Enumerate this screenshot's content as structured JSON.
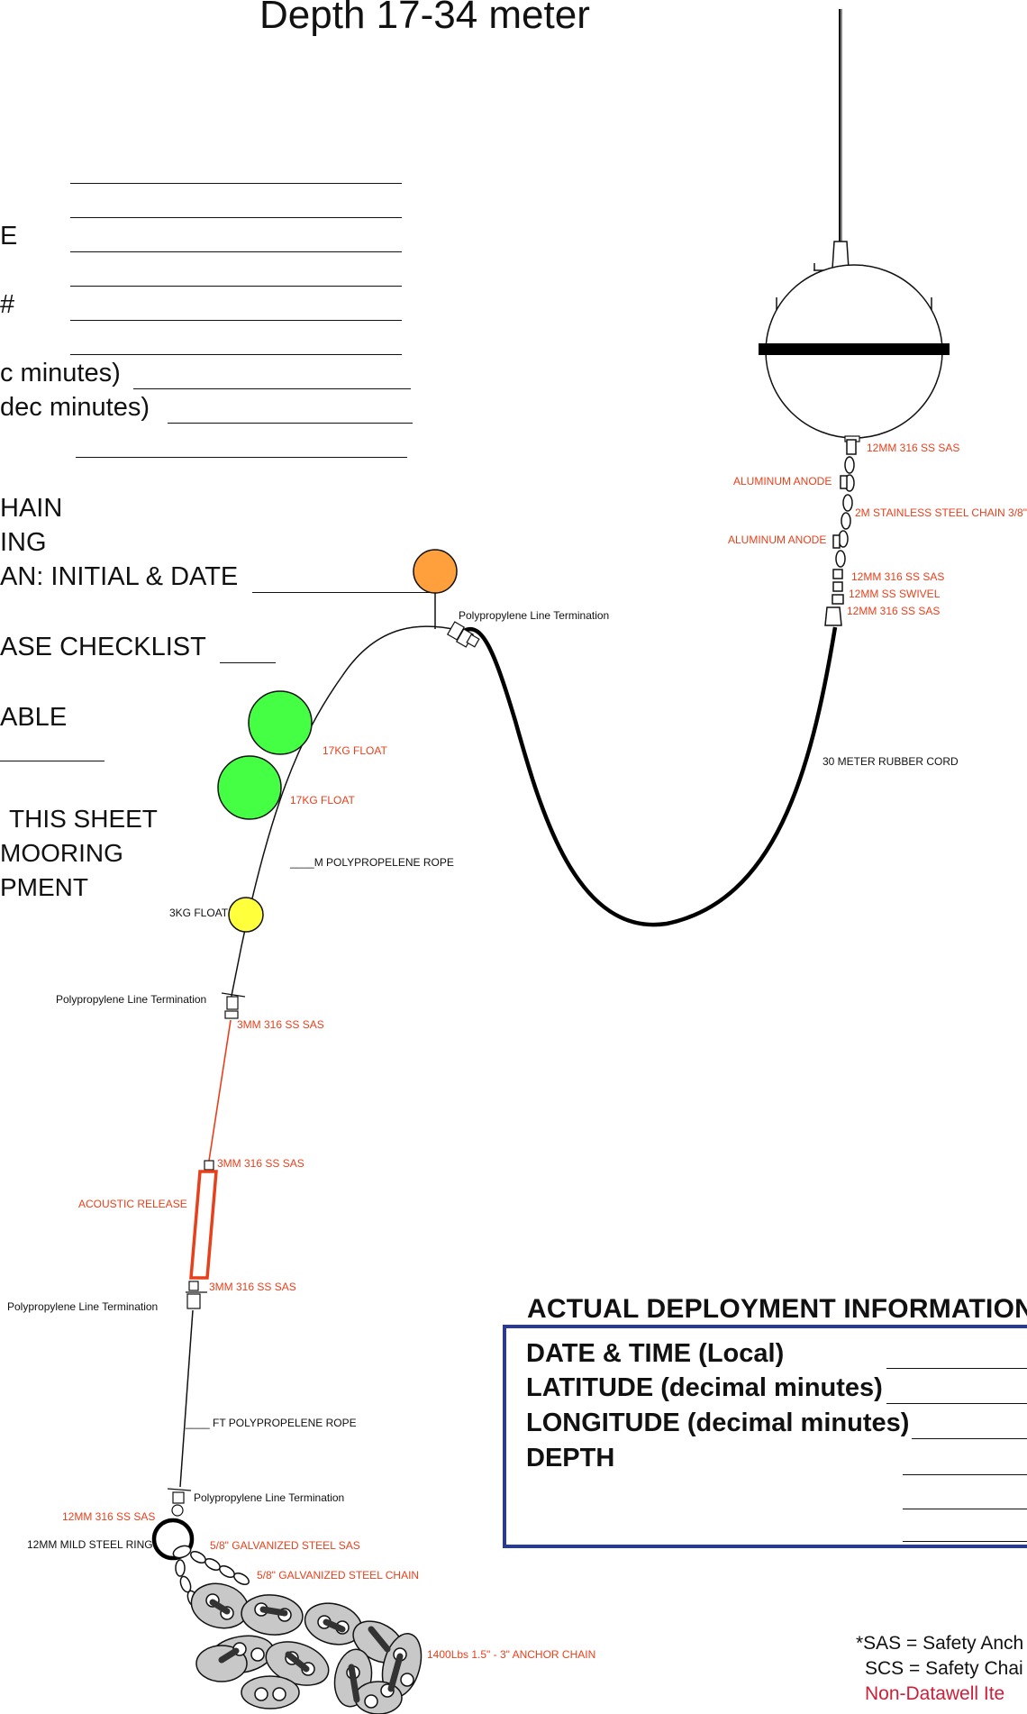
{
  "title": "Depth 17-34 meter",
  "form_rows": [
    {
      "label": ""
    },
    {
      "label": ""
    },
    {
      "label": "E"
    },
    {
      "label": ""
    },
    {
      "label": "#"
    },
    {
      "label": ""
    },
    {
      "label": "c minutes)"
    },
    {
      "label": "dec minutes)"
    },
    {
      "label": ""
    }
  ],
  "checklist": {
    "line1": "HAIN",
    "line2": "ING",
    "line3": "AN: INITIAL & DATE",
    "line4": "ASE CHECKLIST",
    "line5": "ABLE"
  },
  "sheet_note": [
    "THIS SHEET",
    "MOORING",
    "PMENT"
  ],
  "labels": {
    "buoy_sas": "12MM 316 SS SAS",
    "anode1": "ALUMINUM ANODE",
    "ss_chain": "2M STAINLESS STEEL CHAIN 3/8\"",
    "anode2": "ALUMINUM ANODE",
    "sas_a": "12MM 316 SS SAS",
    "swivel": "12MM SS SWIVEL",
    "sas_b": "12MM 316 SS SAS",
    "pp_term_top": "Polypropylene Line Termination",
    "rubber_cord": "30 METER RUBBER CORD",
    "float1": "17KG FLOAT",
    "float2": "17KG FLOAT",
    "pp_rope": "____M POLYPROPELENE ROPE",
    "float3": "3KG FLOAT",
    "pp_term_mid": "Polypropylene Line Termination",
    "sas_3mm_1": "3MM 316 SS SAS",
    "sas_3mm_2": "3MM 316 SS SAS",
    "acoustic_release": "ACOUSTIC RELEASE",
    "sas_3mm_3": "3MM 316 SS SAS",
    "pp_term_low": "Polypropylene Line Termination",
    "ft_rope": "____ FT POLYPROPELENE ROPE",
    "pp_term_bottom": "Polypropylene Line Termination",
    "sas_bottom": "12MM 316 SS SAS",
    "steel_ring": "12MM MILD STEEL RING",
    "galv_sas": "5/8\" GALVANIZED STEEL SAS",
    "galv_chain": "5/8\" GALVANIZED STEEL CHAIN",
    "anchor_chain": "1400Lbs 1.5\" - 3\" ANCHOR CHAIN"
  },
  "actual_deployment": {
    "heading": "ACTUAL DEPLOYMENT INFORMATION",
    "rows": [
      "DATE & TIME (Local)",
      "LATITUDE (decimal minutes)",
      "LONGITUDE (decimal minutes)",
      "DEPTH"
    ]
  },
  "legend": {
    "sas": "*SAS = Safety Anch",
    "scs": "SCS = Safety Chai",
    "non_datawell": "Non-Datawell Ite"
  },
  "colors": {
    "label_red": "#e8401c",
    "release_red": "#e8401c",
    "float_green": "#44ff44",
    "float_orange": "#ffa03c",
    "float_yellow": "#ffff3c",
    "box_blue": "#2a3a8c",
    "non_datawell_red": "#cc1f3a",
    "anchor_gray": "#c8c8c8"
  }
}
